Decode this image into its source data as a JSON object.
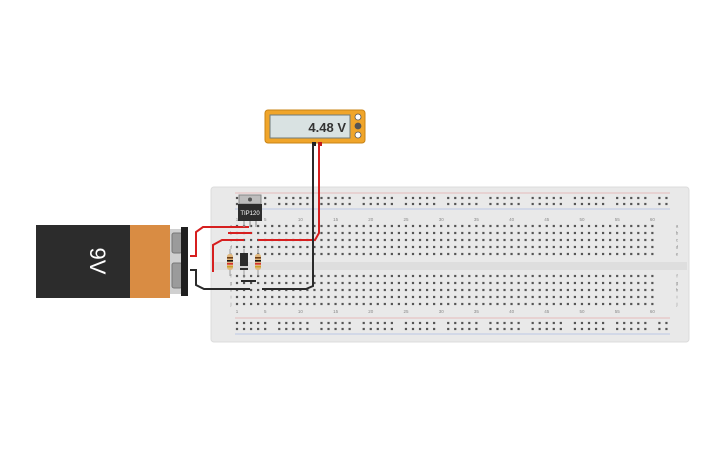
{
  "multimeter": {
    "reading": "4.48 V"
  },
  "transistor": {
    "label": "TIP120"
  },
  "battery": {
    "label": "9V"
  },
  "breadboard": {
    "column_labels": [
      "1",
      "5",
      "10",
      "15",
      "20",
      "25",
      "30",
      "35",
      "40",
      "45",
      "50",
      "55",
      "60"
    ],
    "row_labels_top": [
      "a",
      "b",
      "c",
      "d",
      "e"
    ],
    "row_labels_bottom": [
      "f",
      "g",
      "h",
      "i",
      "j"
    ]
  },
  "colors": {
    "board": "#e9e9e9",
    "hole": "#555555",
    "wire_red": "#d61f1f",
    "wire_black": "#2a2a2a",
    "meter_body": "#f0a52a",
    "meter_screen": "#d9e2e2",
    "battery_body": "#2c2c2c",
    "battery_copper": "#d98c43"
  }
}
